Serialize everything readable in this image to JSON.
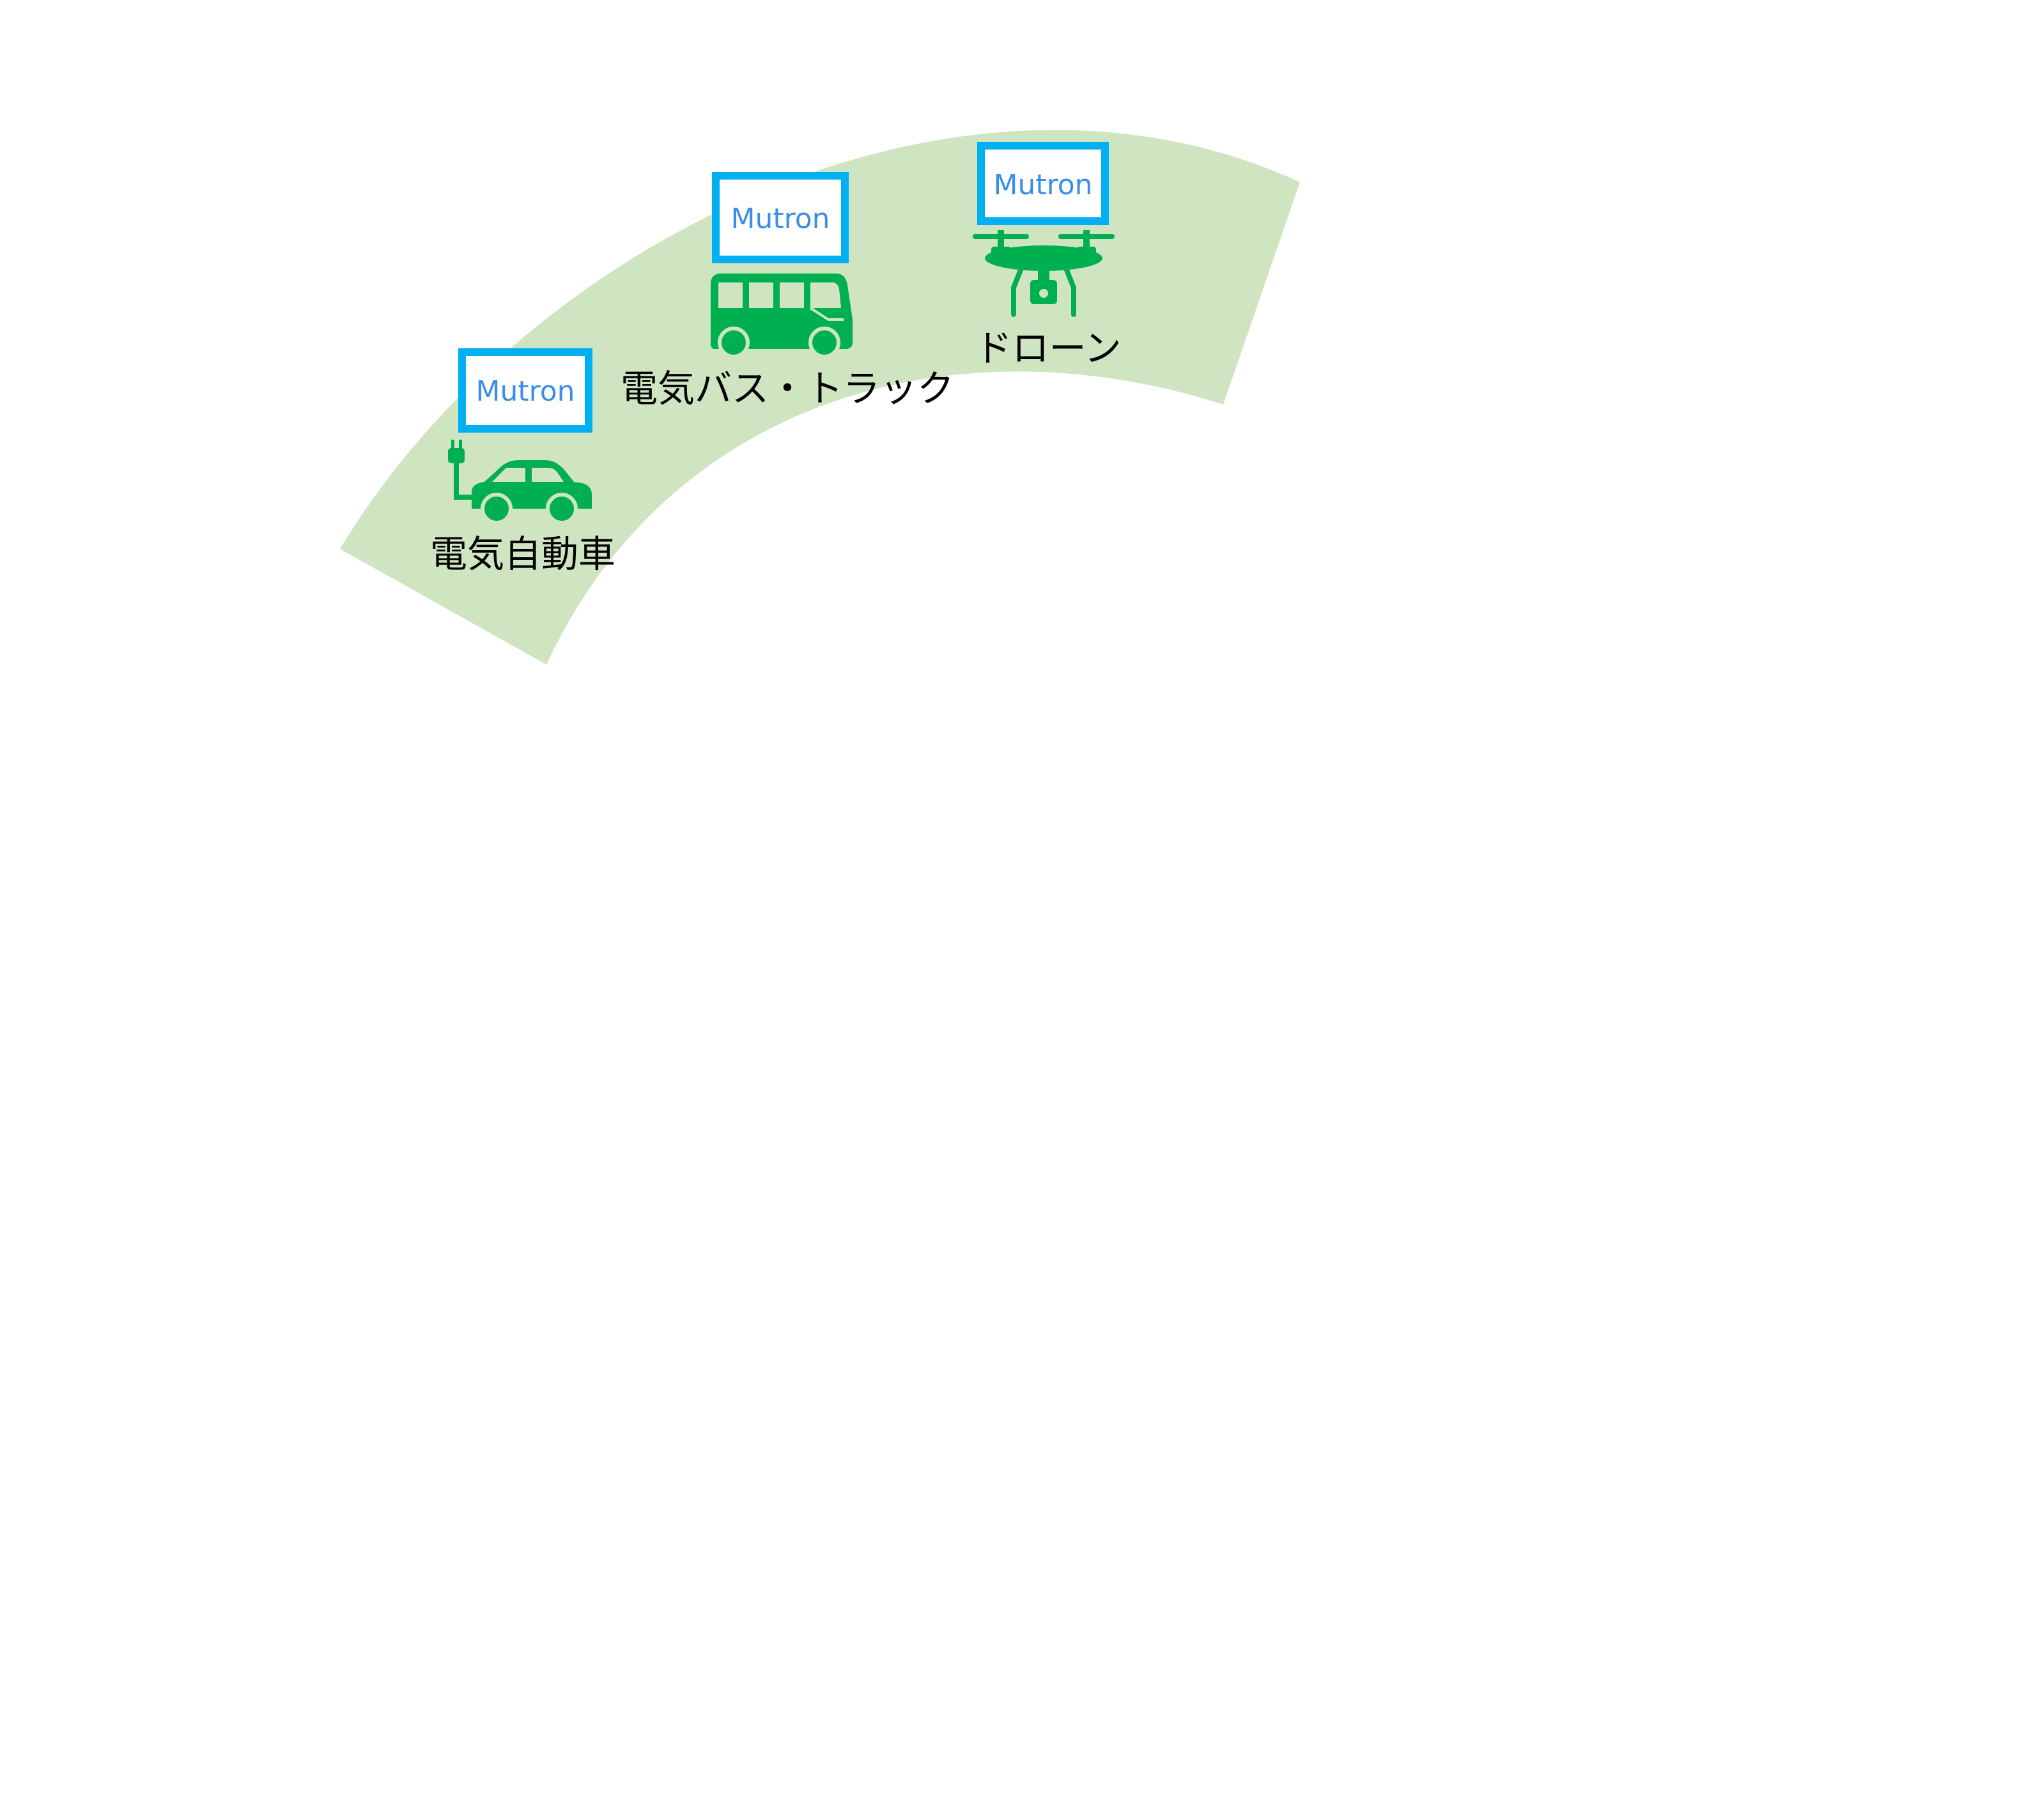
{
  "colors": {
    "band": "#cfe4c0",
    "icon": "#00b050",
    "box_border": "#00b0f0",
    "box_text": "#3a8ee6",
    "caption": "#000000"
  },
  "items": [
    {
      "label": "Mutron",
      "caption": "電気自動車",
      "icon": "ev-car-plug-icon"
    },
    {
      "label": "Mutron",
      "caption": "電気バス・トラック",
      "icon": "bus-icon"
    },
    {
      "label": "Mutron",
      "caption": "ドローン",
      "icon": "drone-icon"
    }
  ]
}
